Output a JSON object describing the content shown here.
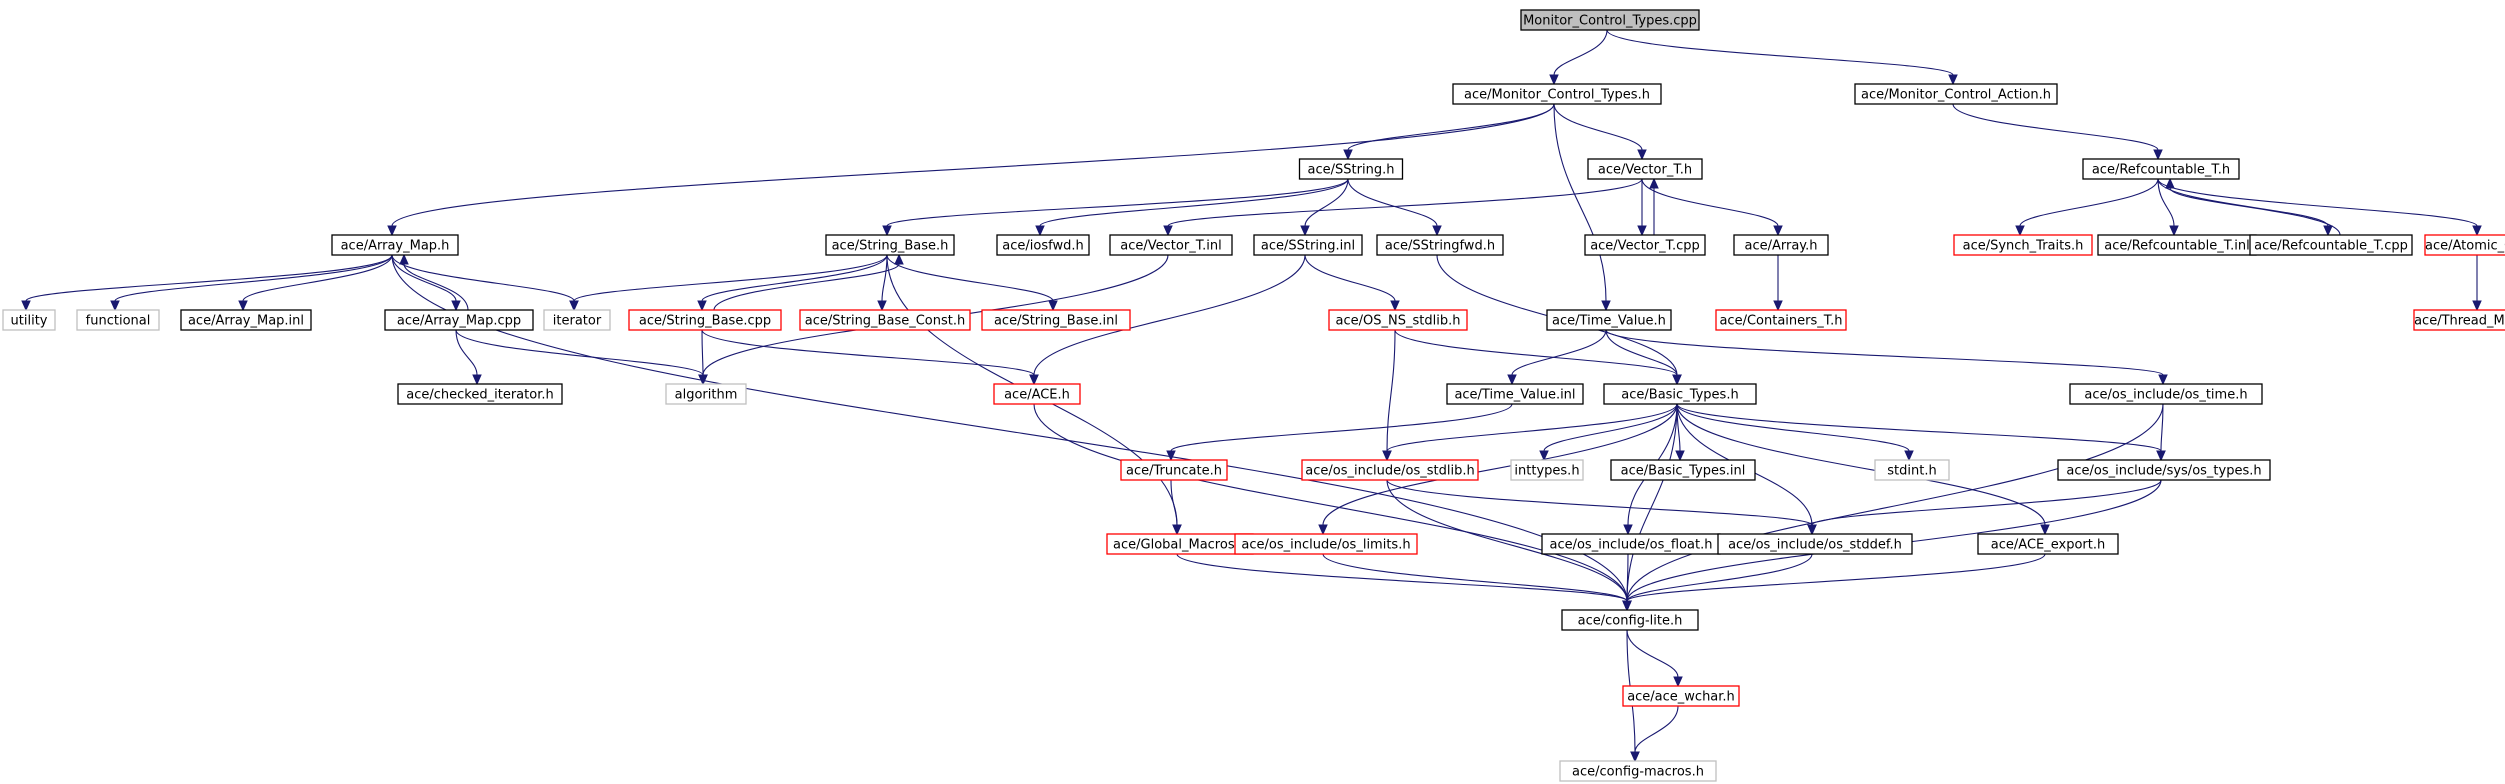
{
  "graph": {
    "title": "Monitor_Control_Types.cpp",
    "colors": {
      "edge": "#191970",
      "root_fill": "#bfbfbf",
      "normal_border": "#000000",
      "red_border": "#ff0000",
      "gray_border": "#bfbfbf",
      "background": "#ffffff"
    },
    "nodes": [
      {
        "id": "n0",
        "label": "Monitor_Control_Types.cpp",
        "style": "root"
      },
      {
        "id": "n1",
        "label": "ace/Monitor_Control_Types.h",
        "style": "normal"
      },
      {
        "id": "n2",
        "label": "ace/Monitor_Control_Action.h",
        "style": "normal"
      },
      {
        "id": "n3",
        "label": "ace/SString.h",
        "style": "normal"
      },
      {
        "id": "n4",
        "label": "ace/Vector_T.h",
        "style": "normal"
      },
      {
        "id": "n5",
        "label": "ace/Refcountable_T.h",
        "style": "normal"
      },
      {
        "id": "n6",
        "label": "ace/Array_Map.h",
        "style": "normal"
      },
      {
        "id": "n7",
        "label": "ace/String_Base.h",
        "style": "normal"
      },
      {
        "id": "n8",
        "label": "ace/iosfwd.h",
        "style": "normal"
      },
      {
        "id": "n9",
        "label": "ace/Vector_T.inl",
        "style": "normal"
      },
      {
        "id": "n10",
        "label": "ace/SString.inl",
        "style": "normal"
      },
      {
        "id": "n11",
        "label": "ace/SStringfwd.h",
        "style": "normal"
      },
      {
        "id": "n12",
        "label": "ace/Vector_T.cpp",
        "style": "normal"
      },
      {
        "id": "n13",
        "label": "ace/Array.h",
        "style": "normal"
      },
      {
        "id": "n14",
        "label": "ace/Synch_Traits.h",
        "style": "red"
      },
      {
        "id": "n15",
        "label": "ace/Refcountable_T.inl",
        "style": "normal"
      },
      {
        "id": "n16",
        "label": "ace/Refcountable_T.cpp",
        "style": "normal"
      },
      {
        "id": "n17",
        "label": "ace/Atomic_Op.h",
        "style": "red"
      },
      {
        "id": "n18",
        "label": "utility",
        "style": "gray"
      },
      {
        "id": "n19",
        "label": "functional",
        "style": "gray"
      },
      {
        "id": "n20",
        "label": "ace/Array_Map.inl",
        "style": "normal"
      },
      {
        "id": "n21",
        "label": "ace/Array_Map.cpp",
        "style": "normal"
      },
      {
        "id": "n22",
        "label": "iterator",
        "style": "gray"
      },
      {
        "id": "n23",
        "label": "ace/String_Base.cpp",
        "style": "red"
      },
      {
        "id": "n24",
        "label": "ace/String_Base_Const.h",
        "style": "red"
      },
      {
        "id": "n25",
        "label": "ace/String_Base.inl",
        "style": "red"
      },
      {
        "id": "n26",
        "label": "ace/OS_NS_stdlib.h",
        "style": "red"
      },
      {
        "id": "n27",
        "label": "ace/Time_Value.h",
        "style": "normal"
      },
      {
        "id": "n28",
        "label": "ace/Containers_T.h",
        "style": "red"
      },
      {
        "id": "n29",
        "label": "ace/Thread_Mutex.h",
        "style": "red"
      },
      {
        "id": "n30",
        "label": "ace/checked_iterator.h",
        "style": "normal"
      },
      {
        "id": "n31",
        "label": "algorithm",
        "style": "gray"
      },
      {
        "id": "n32",
        "label": "ace/ACE.h",
        "style": "red"
      },
      {
        "id": "n33",
        "label": "ace/Time_Value.inl",
        "style": "normal"
      },
      {
        "id": "n34",
        "label": "ace/Basic_Types.h",
        "style": "normal"
      },
      {
        "id": "n35",
        "label": "ace/os_include/os_time.h",
        "style": "normal"
      },
      {
        "id": "n36",
        "label": "ace/Truncate.h",
        "style": "red"
      },
      {
        "id": "n37",
        "label": "ace/os_include/os_stdlib.h",
        "style": "red"
      },
      {
        "id": "n38",
        "label": "inttypes.h",
        "style": "gray"
      },
      {
        "id": "n39",
        "label": "ace/Basic_Types.inl",
        "style": "normal"
      },
      {
        "id": "n40",
        "label": "stdint.h",
        "style": "gray"
      },
      {
        "id": "n41",
        "label": "ace/os_include/sys/os_types.h",
        "style": "normal"
      },
      {
        "id": "n42",
        "label": "ace/Global_Macros.h",
        "style": "red"
      },
      {
        "id": "n43",
        "label": "ace/os_include/os_limits.h",
        "style": "red"
      },
      {
        "id": "n44",
        "label": "ace/os_include/os_float.h",
        "style": "normal"
      },
      {
        "id": "n45",
        "label": "ace/os_include/os_stddef.h",
        "style": "normal"
      },
      {
        "id": "n46",
        "label": "ace/ACE_export.h",
        "style": "normal"
      },
      {
        "id": "n47",
        "label": "ace/config-lite.h",
        "style": "normal"
      },
      {
        "id": "n48",
        "label": "ace/ace_wchar.h",
        "style": "red"
      },
      {
        "id": "n49",
        "label": "ace/config-macros.h",
        "style": "gray"
      }
    ],
    "edges": [
      [
        "n0",
        "n1"
      ],
      [
        "n0",
        "n2"
      ],
      [
        "n1",
        "n6"
      ],
      [
        "n1",
        "n3"
      ],
      [
        "n1",
        "n4"
      ],
      [
        "n1",
        "n27"
      ],
      [
        "n2",
        "n5"
      ],
      [
        "n3",
        "n7"
      ],
      [
        "n3",
        "n8"
      ],
      [
        "n3",
        "n10"
      ],
      [
        "n3",
        "n11"
      ],
      [
        "n4",
        "n9"
      ],
      [
        "n4",
        "n12"
      ],
      [
        "n4",
        "n13"
      ],
      [
        "n12",
        "n4"
      ],
      [
        "n5",
        "n14"
      ],
      [
        "n5",
        "n15"
      ],
      [
        "n5",
        "n16"
      ],
      [
        "n5",
        "n17"
      ],
      [
        "n16",
        "n5"
      ],
      [
        "n6",
        "n18"
      ],
      [
        "n6",
        "n19"
      ],
      [
        "n6",
        "n20"
      ],
      [
        "n6",
        "n21"
      ],
      [
        "n6",
        "n22"
      ],
      [
        "n6",
        "n47"
      ],
      [
        "n21",
        "n6"
      ],
      [
        "n21",
        "n30"
      ],
      [
        "n21",
        "n31"
      ],
      [
        "n7",
        "n22"
      ],
      [
        "n7",
        "n23"
      ],
      [
        "n7",
        "n24"
      ],
      [
        "n7",
        "n25"
      ],
      [
        "n7",
        "n42"
      ],
      [
        "n23",
        "n7"
      ],
      [
        "n23",
        "n31"
      ],
      [
        "n23",
        "n32"
      ],
      [
        "n9",
        "n31"
      ],
      [
        "n10",
        "n26"
      ],
      [
        "n10",
        "n32"
      ],
      [
        "n11",
        "n34"
      ],
      [
        "n13",
        "n28"
      ],
      [
        "n17",
        "n29"
      ],
      [
        "n26",
        "n34"
      ],
      [
        "n26",
        "n37"
      ],
      [
        "n27",
        "n33"
      ],
      [
        "n27",
        "n34"
      ],
      [
        "n27",
        "n35"
      ],
      [
        "n33",
        "n36"
      ],
      [
        "n32",
        "n47"
      ],
      [
        "n34",
        "n37"
      ],
      [
        "n34",
        "n38"
      ],
      [
        "n34",
        "n39"
      ],
      [
        "n34",
        "n40"
      ],
      [
        "n34",
        "n41"
      ],
      [
        "n34",
        "n43"
      ],
      [
        "n34",
        "n44"
      ],
      [
        "n34",
        "n45"
      ],
      [
        "n34",
        "n46"
      ],
      [
        "n34",
        "n47"
      ],
      [
        "n35",
        "n41"
      ],
      [
        "n35",
        "n47"
      ],
      [
        "n36",
        "n42"
      ],
      [
        "n37",
        "n45"
      ],
      [
        "n37",
        "n47"
      ],
      [
        "n41",
        "n45"
      ],
      [
        "n41",
        "n47"
      ],
      [
        "n42",
        "n47"
      ],
      [
        "n43",
        "n47"
      ],
      [
        "n44",
        "n47"
      ],
      [
        "n45",
        "n47"
      ],
      [
        "n46",
        "n47"
      ],
      [
        "n47",
        "n48"
      ],
      [
        "n47",
        "n49"
      ],
      [
        "n48",
        "n49"
      ]
    ]
  }
}
